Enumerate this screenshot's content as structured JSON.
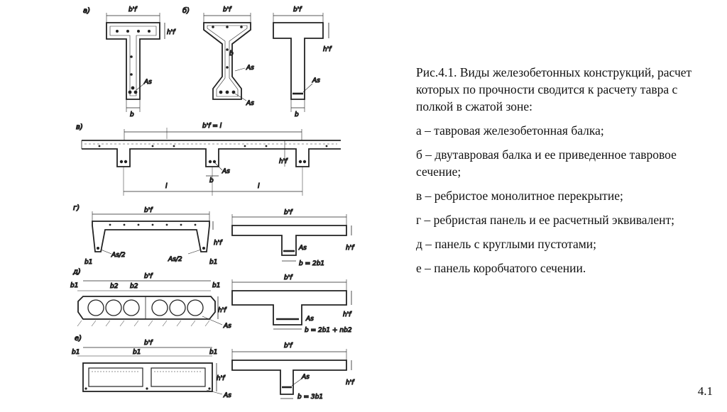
{
  "figure": {
    "panels": [
      {
        "id": "a",
        "letter": "а)",
        "labels": [
          "b'f",
          "h'f",
          "As",
          "b"
        ]
      },
      {
        "id": "b",
        "letter": "б)",
        "labels": [
          "b'f",
          "b",
          "As",
          "As"
        ]
      },
      {
        "id": "b2",
        "letter": "",
        "labels": [
          "b'f",
          "h'f",
          "As",
          "b"
        ]
      },
      {
        "id": "v",
        "letter": "в)",
        "labels": [
          "b'f = l",
          "h'f",
          "As",
          "b",
          "l",
          "l"
        ]
      },
      {
        "id": "g",
        "letter": "г)",
        "labels": [
          "b'f",
          "h'f",
          "As/2",
          "As/2",
          "b1",
          "b1",
          "b'f",
          "As",
          "b = 2b1",
          "h'f"
        ]
      },
      {
        "id": "d",
        "letter": "д)",
        "labels": [
          "b'f",
          "b1",
          "b2",
          "b2",
          "b1",
          "h'f",
          "As",
          "b'f",
          "As",
          "b = 2b1 + nb2",
          "h'f"
        ]
      },
      {
        "id": "e",
        "letter": "е)",
        "labels": [
          "b'f",
          "b1",
          "b1",
          "b1",
          "h'f",
          "As",
          "b'f",
          "As",
          "b = 3b1",
          "h'f"
        ]
      }
    ]
  },
  "caption": {
    "title": "Рис.4.1. Виды железобетонных конструкций, расчет которых по прочности сводится к расчету тавра с полкой в сжатой зоне:",
    "items": [
      "а – тавровая железобетонная балка;",
      "б – двутавровая балка и ее приведенное тавровое сечение;",
      "в – ребристое монолитное перекрытие;",
      "г – ребристая панель и ее расчетный эквивалент;",
      "д – панель с круглыми пустотами;",
      "е – панель коробчатого сечении."
    ]
  },
  "slide_number": "4.1"
}
